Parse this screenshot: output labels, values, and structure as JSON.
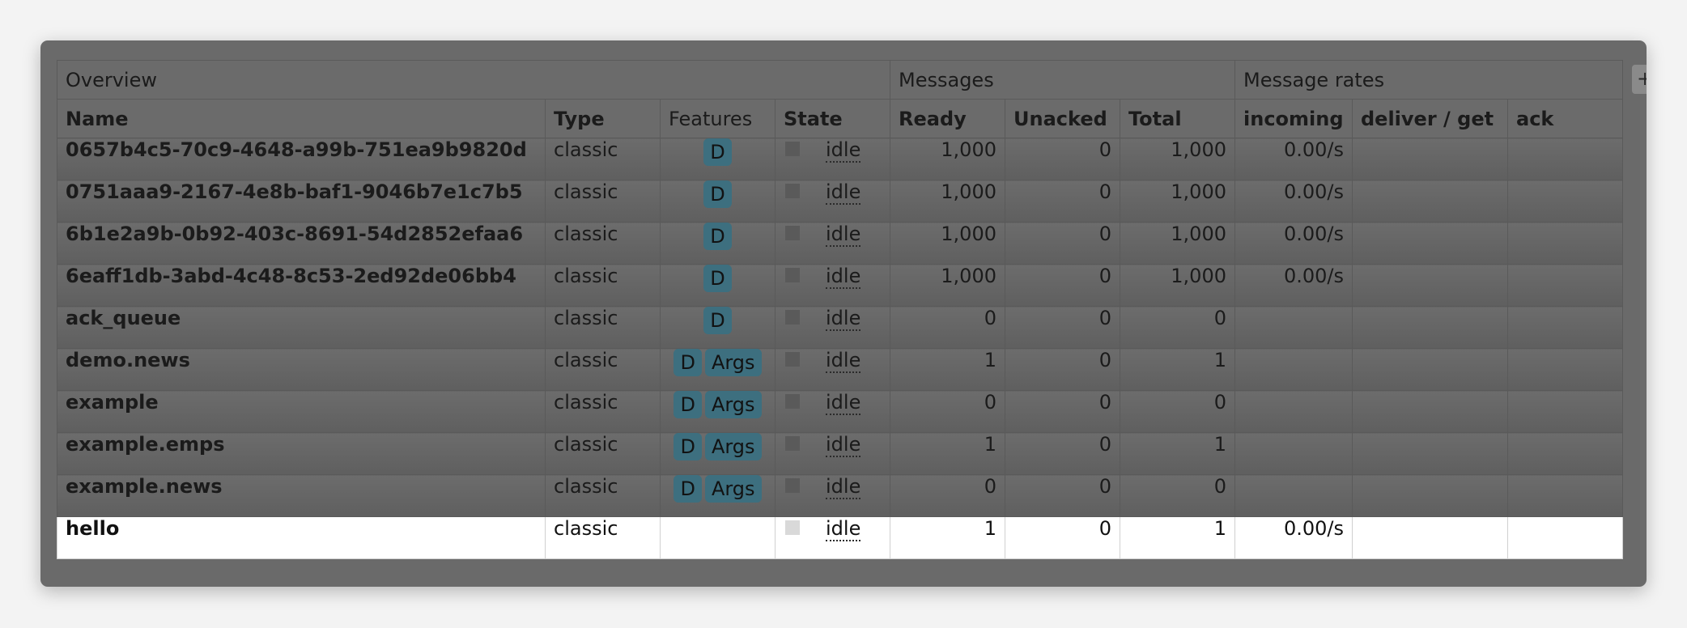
{
  "headers": {
    "groups": {
      "overview": "Overview",
      "messages": "Messages",
      "message_rates": "Message rates"
    },
    "columns": {
      "name": "Name",
      "type": "Type",
      "features": "Features",
      "state": "State",
      "ready": "Ready",
      "unacked": "Unacked",
      "total": "Total",
      "incoming": "incoming",
      "deliver_get": "deliver / get",
      "ack": "ack"
    }
  },
  "expander": {
    "label": "+"
  },
  "rows": [
    {
      "name": "0657b4c5-70c9-4648-a99b-751ea9b9820d",
      "type": "classic",
      "features": [
        "D"
      ],
      "state": "idle",
      "ready": "1,000",
      "unacked": "0",
      "total": "1,000",
      "incoming": "0.00/s",
      "deliver_get": "",
      "ack": ""
    },
    {
      "name": "0751aaa9-2167-4e8b-baf1-9046b7e1c7b5",
      "type": "classic",
      "features": [
        "D"
      ],
      "state": "idle",
      "ready": "1,000",
      "unacked": "0",
      "total": "1,000",
      "incoming": "0.00/s",
      "deliver_get": "",
      "ack": ""
    },
    {
      "name": "6b1e2a9b-0b92-403c-8691-54d2852efaa6",
      "type": "classic",
      "features": [
        "D"
      ],
      "state": "idle",
      "ready": "1,000",
      "unacked": "0",
      "total": "1,000",
      "incoming": "0.00/s",
      "deliver_get": "",
      "ack": ""
    },
    {
      "name": "6eaff1db-3abd-4c48-8c53-2ed92de06bb4",
      "type": "classic",
      "features": [
        "D"
      ],
      "state": "idle",
      "ready": "1,000",
      "unacked": "0",
      "total": "1,000",
      "incoming": "0.00/s",
      "deliver_get": "",
      "ack": ""
    },
    {
      "name": "ack_queue",
      "type": "classic",
      "features": [
        "D"
      ],
      "state": "idle",
      "ready": "0",
      "unacked": "0",
      "total": "0",
      "incoming": "",
      "deliver_get": "",
      "ack": ""
    },
    {
      "name": "demo.news",
      "type": "classic",
      "features": [
        "D",
        "Args"
      ],
      "state": "idle",
      "ready": "1",
      "unacked": "0",
      "total": "1",
      "incoming": "",
      "deliver_get": "",
      "ack": ""
    },
    {
      "name": "example",
      "type": "classic",
      "features": [
        "D",
        "Args"
      ],
      "state": "idle",
      "ready": "0",
      "unacked": "0",
      "total": "0",
      "incoming": "",
      "deliver_get": "",
      "ack": ""
    },
    {
      "name": "example.emps",
      "type": "classic",
      "features": [
        "D",
        "Args"
      ],
      "state": "idle",
      "ready": "1",
      "unacked": "0",
      "total": "1",
      "incoming": "",
      "deliver_get": "",
      "ack": ""
    },
    {
      "name": "example.news",
      "type": "classic",
      "features": [
        "D",
        "Args"
      ],
      "state": "idle",
      "ready": "0",
      "unacked": "0",
      "total": "0",
      "incoming": "",
      "deliver_get": "",
      "ack": ""
    },
    {
      "name": "hello",
      "type": "classic",
      "features": [],
      "state": "idle",
      "ready": "1",
      "unacked": "0",
      "total": "1",
      "incoming": "0.00/s",
      "deliver_get": "",
      "ack": "",
      "selected": true
    }
  ]
}
